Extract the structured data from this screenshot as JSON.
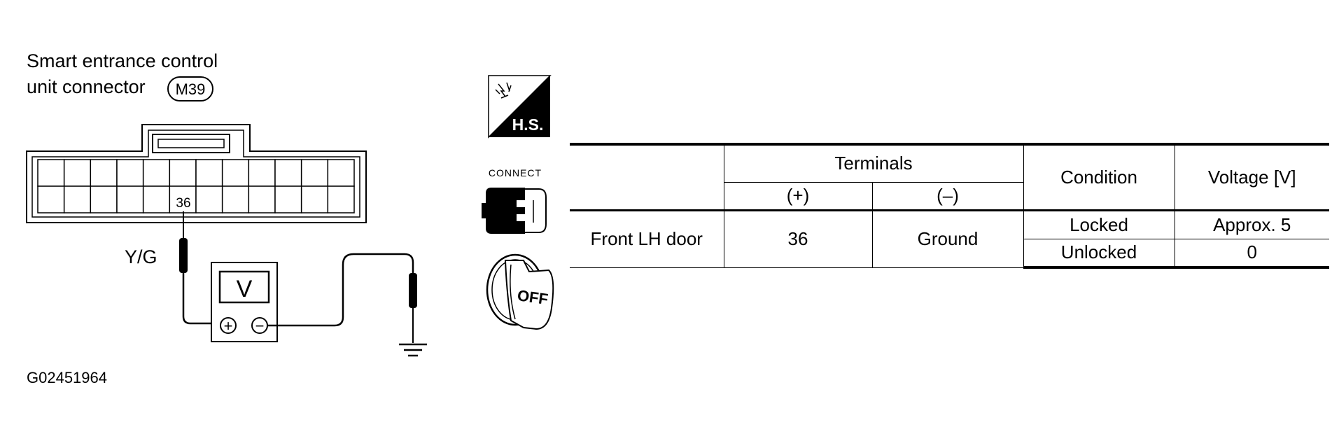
{
  "connector": {
    "title_line1": "Smart entrance control",
    "title_line2": "unit connector",
    "connector_id": "M39",
    "pin_label": "36",
    "wire_color": "Y/G"
  },
  "meter": {
    "display": "V",
    "plus_symbol": "+",
    "minus_symbol": "−"
  },
  "icons": {
    "hs": {
      "name": "high-sensitivity-probe-icon",
      "label": "H.S."
    },
    "connect": {
      "name": "connect-icon",
      "label": "CONNECT"
    },
    "ignition": {
      "name": "ignition-key-off-icon",
      "label": "OFF"
    }
  },
  "table": {
    "header_terminals": "Terminals",
    "header_plus": "(+)",
    "header_minus": "(–)",
    "header_condition": "Condition",
    "header_voltage": "Voltage [V]",
    "row_label": "Front LH door",
    "plus_terminal": "36",
    "minus_terminal": "Ground",
    "conditions": [
      {
        "condition": "Locked",
        "voltage": "Approx. 5"
      },
      {
        "condition": "Unlocked",
        "voltage": "0"
      }
    ]
  },
  "figure_id": "G02451964"
}
